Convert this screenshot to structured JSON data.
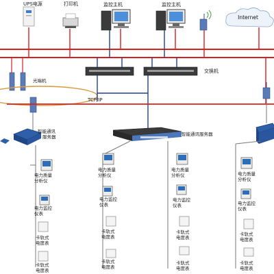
{
  "top": {
    "ups_label": "UPS电源",
    "printer_label": "打印机",
    "monitor_host_1_label": "监控主机",
    "monitor_host_2_label": "监控主机",
    "internet_label": "Internet"
  },
  "network": {
    "fiber_transceiver_label": "光端机",
    "switch_label": "交换机",
    "tcpip_label": "TCP/IP"
  },
  "center": {
    "gateway_label": "智能通讯服务器",
    "left_column": {
      "analyzer": "电力质量\n分析仪",
      "monitor_meter": "电力监控\n仪表",
      "card_meter_1": "卡轨式\n电度表",
      "card_meter_2": "卡轨式\n电度表"
    },
    "right_column": {
      "analyzer": "电力质量\n分析仪",
      "monitor_meter": "电力监控\n仪表",
      "card_meter_1": "卡轨式\n电度表",
      "card_meter_2": "卡轨式\n电度表"
    }
  },
  "left_branch": {
    "gateway_label": "智能通讯\n服务器",
    "analyzer": "电力质量\n分析仪",
    "monitor_meter": "电力监控\n仪表",
    "card_meter_1": "卡轨式\n电度表",
    "card_meter_2": "卡轨式\n电度表"
  },
  "right_branch": {
    "analyzer": "电力质量\n分析仪",
    "monitor_meter": "电力监控\n仪表",
    "card_meter_1": "卡轨式\n电度表",
    "card_meter_2": "卡轨式\n电度表"
  },
  "colors": {
    "bus_red": "#d81e1e",
    "link_blue": "#1f3f8f",
    "link_gray": "#7a7a7a",
    "fiber_orange": "#d69b3c"
  }
}
